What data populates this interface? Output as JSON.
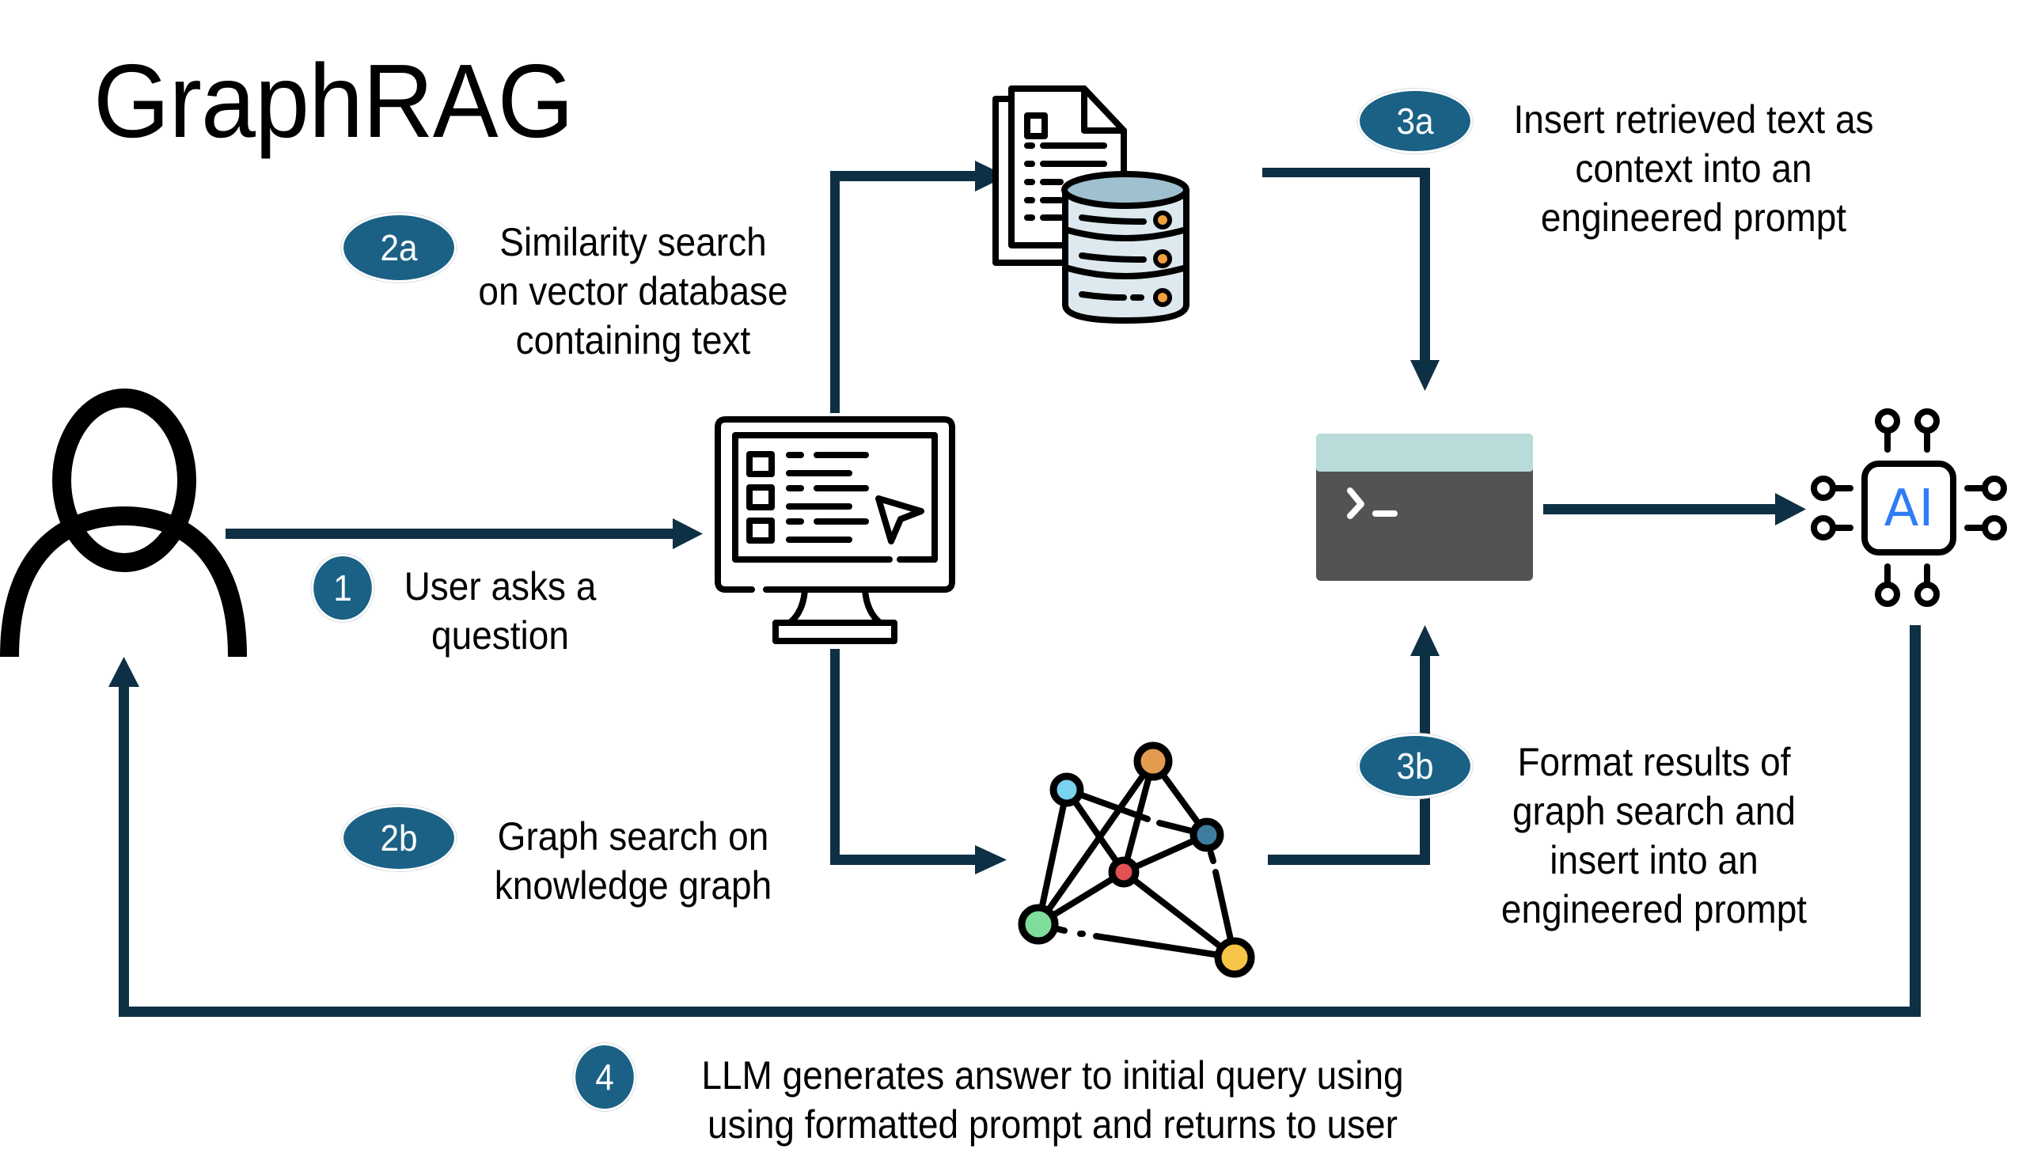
{
  "title": "GraphRAG",
  "colors": {
    "arrow": "#0e3044",
    "badge": "#1a6185",
    "terminal_header": "#b9dbda",
    "terminal_body": "#535353",
    "ai_text": "#2f7cf6",
    "db_body": "#dde9ee",
    "db_top": "#9fc1cf",
    "db_light": "#f0a040"
  },
  "steps": [
    {
      "id": "1",
      "badge": "1",
      "lines": [
        "User asks a",
        "question"
      ]
    },
    {
      "id": "2a",
      "badge": "2a",
      "lines": [
        "Similarity search",
        "on vector database",
        "containing text"
      ]
    },
    {
      "id": "2b",
      "badge": "2b",
      "lines": [
        "Graph search on",
        "knowledge graph"
      ]
    },
    {
      "id": "3a",
      "badge": "3a",
      "lines": [
        "Insert retrieved text as",
        "context into an",
        "engineered prompt"
      ]
    },
    {
      "id": "3b",
      "badge": "3b",
      "lines": [
        "Format results of",
        "graph search and",
        "insert into an",
        "engineered prompt"
      ]
    },
    {
      "id": "4",
      "badge": "4",
      "lines": [
        "LLM generates answer to initial query using",
        "using formatted prompt and returns to user"
      ]
    }
  ],
  "nodes": {
    "user": {
      "icon": "user-icon"
    },
    "app": {
      "icon": "computer-monitor-icon"
    },
    "vector_db": {
      "icon": "document-database-icon"
    },
    "knowledge_graph": {
      "icon": "knowledge-graph-icon",
      "node_colors": [
        "#e39b4f",
        "#7ad2ef",
        "#3f7d9e",
        "#e15252",
        "#7fdc9a",
        "#f6c447"
      ]
    },
    "prompt": {
      "icon": "terminal-icon",
      "prompt_glyph": ">_"
    },
    "llm": {
      "icon": "ai-chip-icon",
      "label": "AI"
    }
  }
}
